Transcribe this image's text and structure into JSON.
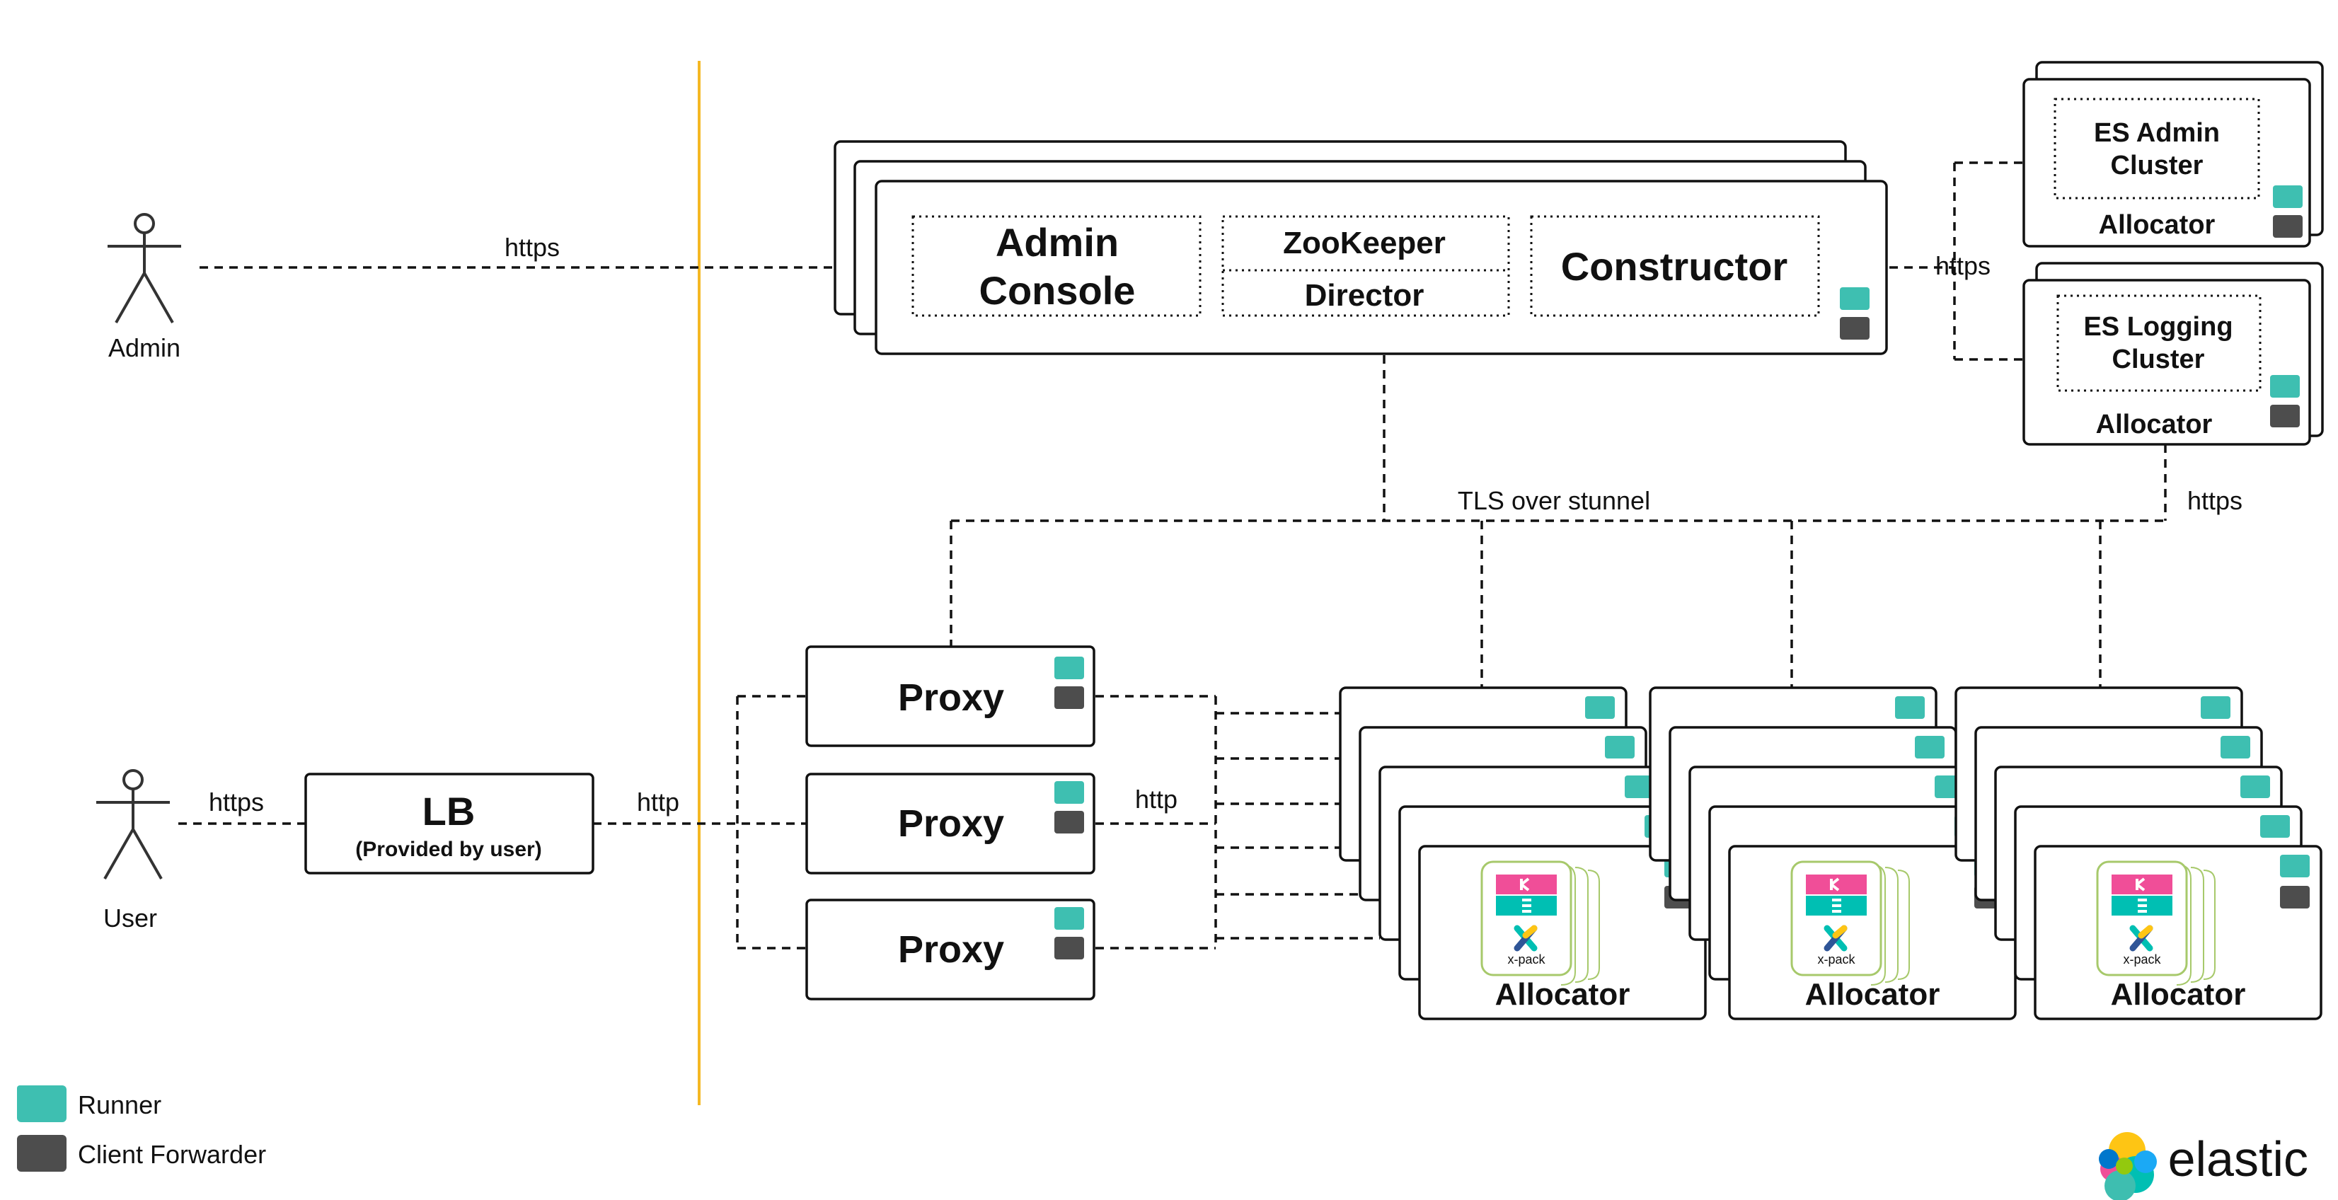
{
  "actors": {
    "admin": {
      "label": "Admin"
    },
    "user": {
      "label": "User"
    }
  },
  "connections": {
    "admin_https": "https",
    "user_https": "https",
    "lb_http": "http",
    "proxy_http": "http",
    "constructor_https": "https",
    "tls": "TLS over stunnel",
    "logging_https": "https"
  },
  "lb": {
    "title": "LB",
    "subtitle": "(Provided by user)"
  },
  "coordinator": {
    "admin_console": [
      "Admin",
      "Console"
    ],
    "zookeeper": "ZooKeeper",
    "director": "Director",
    "constructor": "Constructor"
  },
  "es_admin": {
    "title": [
      "ES Admin",
      "Cluster"
    ],
    "allocator": "Allocator"
  },
  "es_logging": {
    "title": [
      "ES Logging",
      "Cluster"
    ],
    "allocator": "Allocator"
  },
  "proxies": [
    "Proxy",
    "Proxy",
    "Proxy"
  ],
  "allocators": [
    "Allocator",
    "Allocator",
    "Allocator"
  ],
  "xpack_label": "x-pack",
  "legend": {
    "runner": "Runner",
    "client_forwarder": "Client Forwarder"
  },
  "logo": {
    "text": "elastic"
  },
  "colors": {
    "runner": "#3ebfb1",
    "client_forwarder": "#4d4d4d",
    "divider": "#f5b823",
    "kibana_pink": "#f04e98",
    "es_teal": "#00bfb3",
    "xpack_frame": "#a7c96b"
  }
}
